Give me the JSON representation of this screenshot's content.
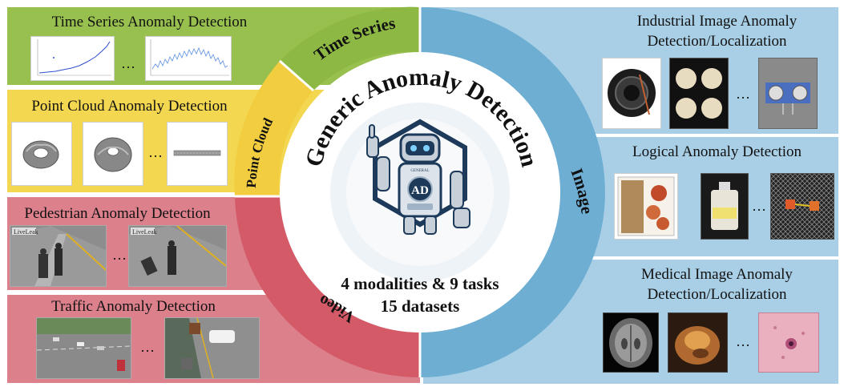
{
  "colors": {
    "time_series": "#8db843",
    "point_cloud": "#f1cd3f",
    "video": "#d45a68",
    "image": "#6eaed3",
    "ts_panel": "#98c04f",
    "pc_panel": "#f4d750",
    "video_panel": "#dc808c",
    "image_panel": "#a9cfe6"
  },
  "center": {
    "title": "Generic Anomaly Detection",
    "line1": "4 modalities & 9 tasks",
    "line2": "15 datasets",
    "logo": "AD",
    "robot_badge": "GENERAL"
  },
  "ring": {
    "time_series": "Time Series",
    "point_cloud": "Point Cloud",
    "video": "Video",
    "image": "Image"
  },
  "panels": {
    "time_series": {
      "title": "Time Series Anomaly Detection",
      "ellipsis": "…"
    },
    "point_cloud": {
      "title": "Point Cloud Anomaly Detection",
      "ellipsis": "…"
    },
    "pedestrian": {
      "title": "Pedestrian Anomaly Detection",
      "ellipsis": "…",
      "watermark": "LiveLeak"
    },
    "traffic": {
      "title": "Traffic Anomaly Detection",
      "ellipsis": "…"
    },
    "industrial": {
      "title_line1": "Industrial Image Anomaly",
      "title_line2": "Detection/Localization",
      "ellipsis": "…"
    },
    "logical": {
      "title": "Logical Anomaly Detection",
      "ellipsis": "…"
    },
    "medical": {
      "title_line1": "Medical Image Anomaly",
      "title_line2": "Detection/Localization",
      "ellipsis": "…"
    }
  }
}
